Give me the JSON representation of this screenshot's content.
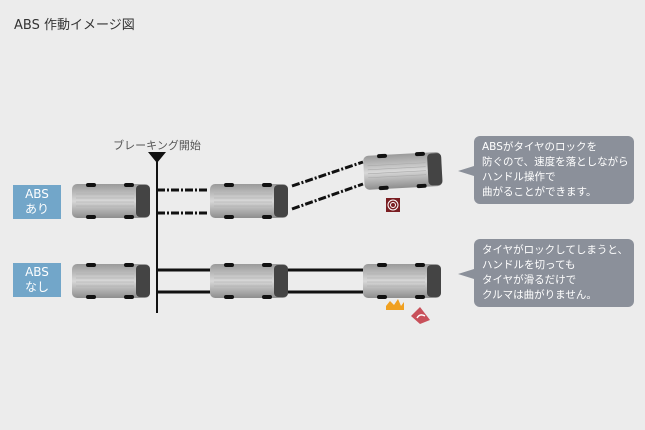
{
  "title": "ABS 作動イメージ図",
  "braking_label": "ブレーキング開始",
  "rows": [
    {
      "label_line1": "ABS",
      "label_line2": "あり",
      "bubble": [
        "ABSがタイヤのロックを",
        "防ぐので、速度を落としながら",
        "ハンドル操作で",
        "曲がることができます。"
      ]
    },
    {
      "label_line1": "ABS",
      "label_line2": "なし",
      "bubble": [
        "タイヤがロックしてしまうと、",
        "ハンドルを切っても",
        "タイヤが滑るだけで",
        "クルマは曲がりません。"
      ]
    }
  ],
  "colors": {
    "abs_label": "#72a6c9",
    "bubble": "#8b909a",
    "target": "#7a1e22",
    "crash": "#f0a020",
    "cone": "#c8505a"
  }
}
